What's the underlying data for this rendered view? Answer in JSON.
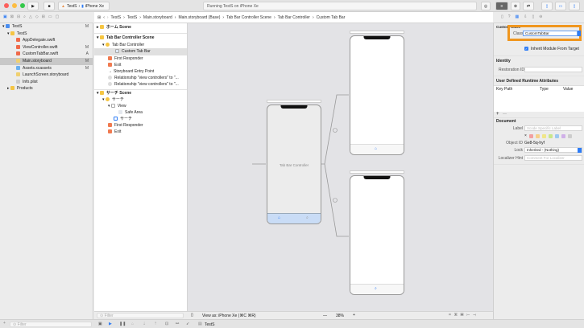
{
  "toolbar": {
    "scheme": "TestS",
    "device": "iPhone Xe",
    "status": "Running TestS on iPhone Xe"
  },
  "jumpbar": [
    "TestS",
    "TestS",
    "Main.storyboard",
    "Main.storyboard (Base)",
    "Tab Bar Controller Scene",
    "Tab Bar Controller",
    "Custom Tab Bar"
  ],
  "navigator": {
    "items": [
      {
        "label": "TestS",
        "status": "M"
      },
      {
        "label": "TestS",
        "status": ""
      },
      {
        "label": "AppDelegate.swift",
        "status": ""
      },
      {
        "label": "ViewController.swift",
        "status": "M"
      },
      {
        "label": "CustomTabBar.swift",
        "status": "A"
      },
      {
        "label": "Main.storyboard",
        "status": "M"
      },
      {
        "label": "Assets.xcassets",
        "status": "M"
      },
      {
        "label": "LaunchScreen.storyboard",
        "status": ""
      },
      {
        "label": "Info.plist",
        "status": ""
      },
      {
        "label": "Products",
        "status": ""
      }
    ],
    "filter_placeholder": "Filter"
  },
  "outline": {
    "items": [
      "ホーム Scene",
      "Tab Bar Controller Scene",
      "Tab Bar Controller",
      "Custom Tab Bar",
      "First Responder",
      "Exit",
      "Storyboard Entry Point",
      "Relationship \"view controllers\" to \"...",
      "Relationship \"view controllers\" to \"...",
      "サーチ Scene",
      "サーチ",
      "View",
      "Safe Area",
      "サーチ",
      "First Responder",
      "Exit"
    ],
    "filter_placeholder": "Filter"
  },
  "canvas": {
    "tab_bar_controller_label": "Tab Bar Controller",
    "view_as": "View as: iPhone Xe (⌘C ⌘R)",
    "zoom": "38%",
    "zoom_out": "—",
    "zoom_in": "+"
  },
  "inspector": {
    "custom_class_header": "Custom Class",
    "class_label": "Class",
    "class_value": "CustomTabBar",
    "inherit_module": "Inherit Module From Target",
    "inherit_checked": true,
    "identity_header": "Identity",
    "restoration_id_label": "Restoration ID",
    "runtime_attrs_header": "User Defined Runtime Attributes",
    "columns": [
      "Key Path",
      "Type",
      "Value"
    ],
    "add": "+",
    "remove": "—",
    "document_header": "Document",
    "label_label": "Label",
    "label_placeholder": "Xcode Specific Label",
    "object_id_label": "Object ID",
    "object_id": "Ge8-5q-hyf",
    "lock_label": "Lock",
    "lock_value": "Inherited - (Nothing)",
    "localizer_label": "Localizer Hint",
    "localizer_placeholder": "Comment For Localizer",
    "color_swatches": [
      "#f2a0a0",
      "#f5d08a",
      "#f0e68a",
      "#c8e68a",
      "#9cc8f0",
      "#d0b0e8",
      "#cccccc"
    ],
    "highlight_color": "#f0961e"
  },
  "debug": {
    "target": "TestS"
  },
  "colors": {
    "accent": "#2d7cf6",
    "selection": "#c8c8c8"
  }
}
